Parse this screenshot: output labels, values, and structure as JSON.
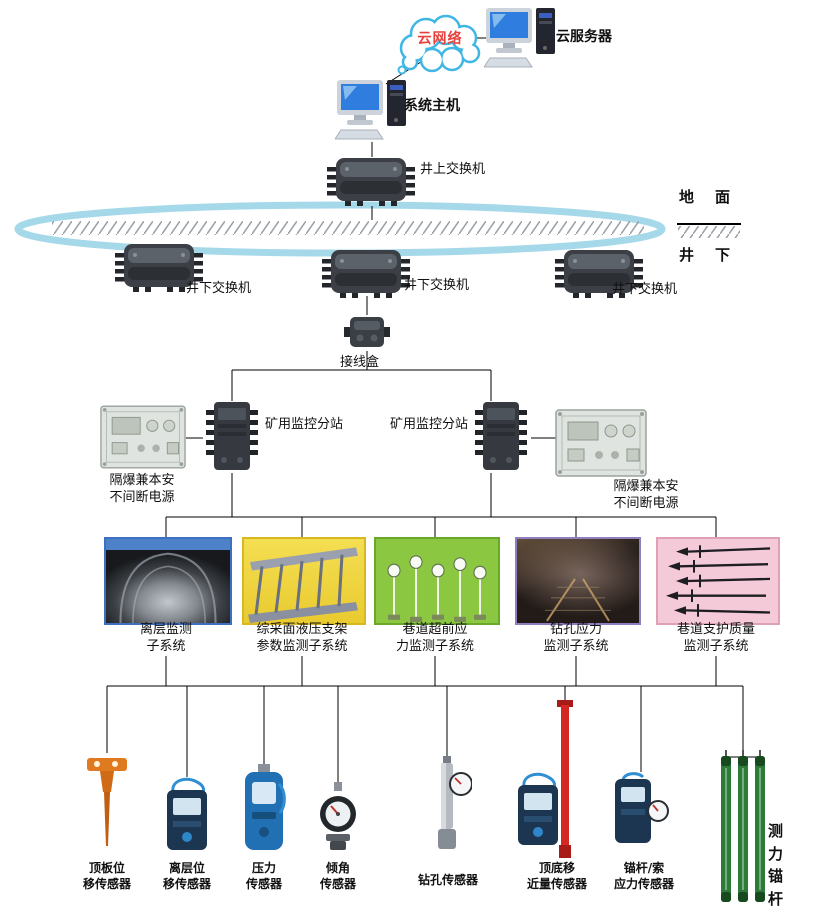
{
  "diagram": {
    "cloud": {
      "label": "云网络",
      "text_color": "#e8413c"
    },
    "cloud_server": {
      "label": "云服务器"
    },
    "host": {
      "label": "系统主机"
    },
    "surface_switch": {
      "label": "井上交换机"
    },
    "ground": {
      "surface_label": "地　面",
      "underground_label": "井　下"
    },
    "underground_switches": [
      {
        "label": "井下交换机"
      },
      {
        "label": "井下交换机"
      },
      {
        "label": "井下交换机"
      }
    ],
    "junction_box": {
      "label": "接线盒"
    },
    "substations": [
      {
        "label": "矿用监控分站"
      },
      {
        "label": "矿用监控分站"
      }
    ],
    "power_supplies": [
      {
        "label": "隔爆兼本安\n不间断电源"
      },
      {
        "label": "隔爆兼本安\n不间断电源"
      }
    ],
    "subsystems": [
      {
        "label": "离层监测\n子系统",
        "accent": "#3f6fc1"
      },
      {
        "label": "综采面液压支架\n参数监测子系统",
        "accent": "#d8b820"
      },
      {
        "label": "巷道超前应\n力监测子系统",
        "accent": "#6aa82c"
      },
      {
        "label": "钻孔应力\n监测子系统",
        "accent": "#8f7fc0"
      },
      {
        "label": "巷道支护质量\n监测子系统",
        "accent": "#e0a0b8"
      }
    ],
    "sensors": [
      {
        "label": "顶板位\n移传感器"
      },
      {
        "label": "离层位\n移传感器"
      },
      {
        "label": "压力\n传感器"
      },
      {
        "label": "倾角\n传感器"
      },
      {
        "label": "钻孔传感器"
      },
      {
        "label": "顶底移\n近量传感器"
      },
      {
        "label": "锚杆/索\n应力传感器"
      },
      {
        "label": "测力锚杆"
      }
    ]
  }
}
